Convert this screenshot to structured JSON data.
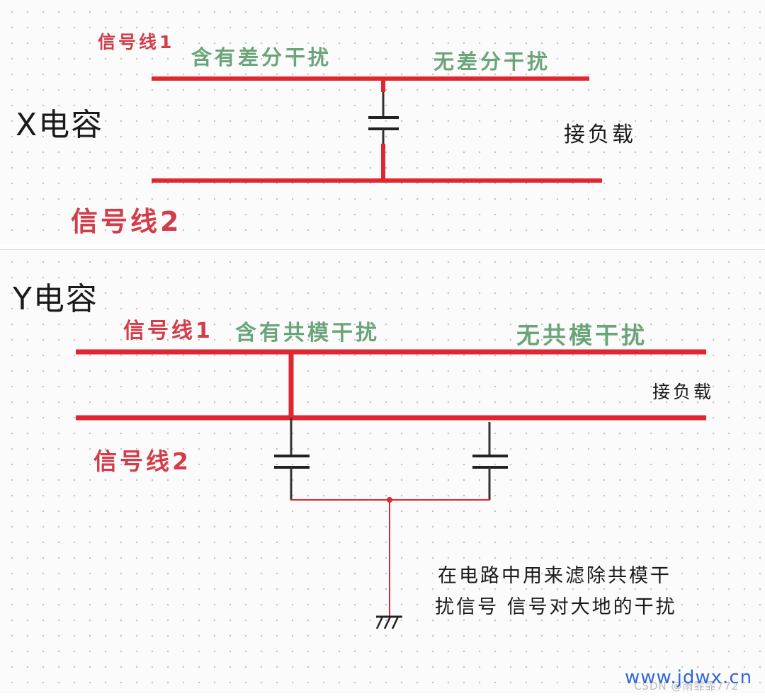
{
  "colors": {
    "signal_line": "#e0262e",
    "thin_wire": "#e0262e",
    "capacitor": "#222222",
    "red_label": "#d33d4a",
    "green_label": "#6aa57a",
    "watermark_site": "#2f66d8"
  },
  "x_section": {
    "title": "X电容",
    "signal_line_1": "信号线1",
    "interference_in": "含有差分干扰",
    "interference_out": "无差分干扰",
    "load": "接负载",
    "signal_line_2": "信号线2"
  },
  "y_section": {
    "title": "Y电容",
    "signal_line_1": "信号线1",
    "interference_in": "含有共模干扰",
    "interference_out": "无共模干扰",
    "load": "接负载",
    "signal_line_2": "信号线2",
    "note_line_1": "在电路中用来滤除共模干",
    "note_line_2": "扰信号 信号对大地的干扰"
  },
  "watermark": {
    "site": "www.jdwx.cn",
    "csdn": "CSDN @雨霏霏772"
  }
}
